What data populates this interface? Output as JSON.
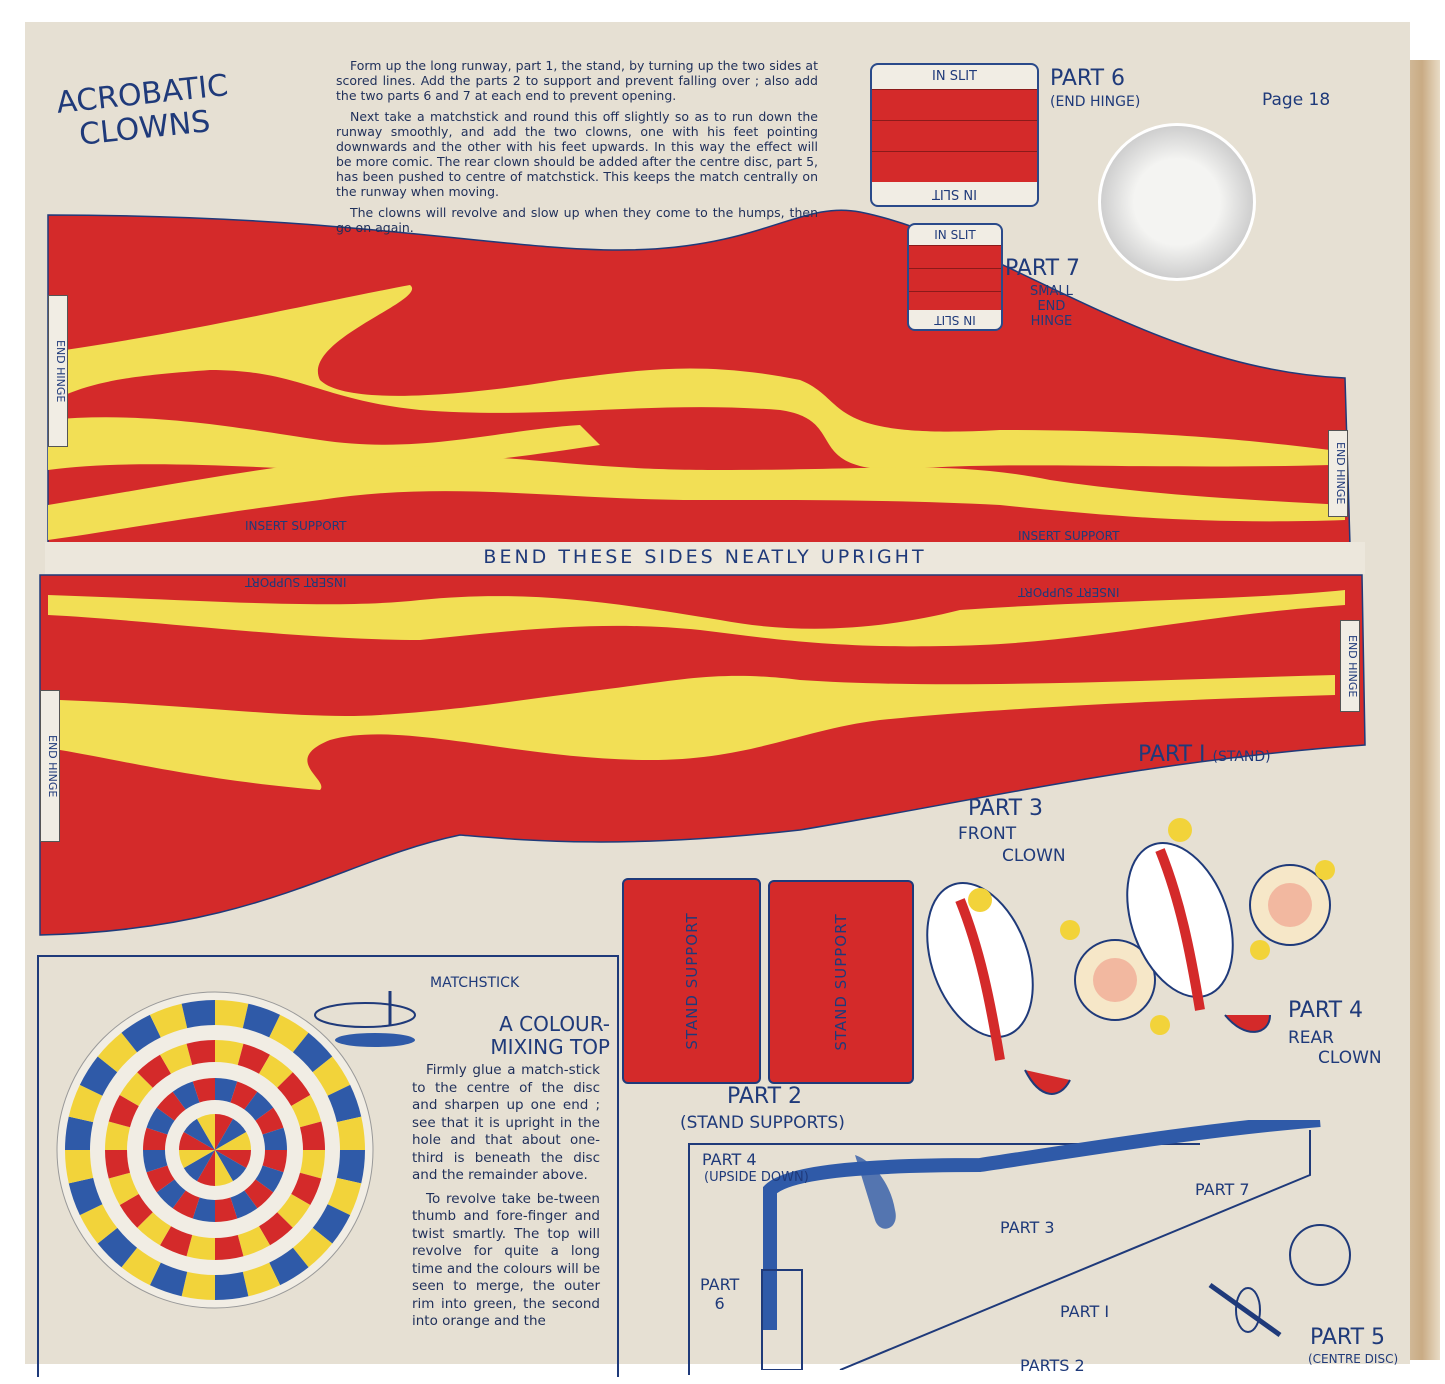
{
  "title": {
    "line1": "ACROBATIC",
    "line2": "CLOWNS"
  },
  "page_number": "Page 18",
  "instructions": [
    "Form up the long runway, part 1, the stand, by turning up the two sides at scored lines.  Add the parts 2 to support and prevent falling over ; also add the two parts 6 and 7 at each end to prevent opening.",
    "Next take a matchstick and round this off slightly so as to run down the runway smoothly, and add the two clowns, one with his feet pointing downwards and the other with his feet upwards. In this way the effect will be more comic. The rear clown should be added after the centre disc, part 5, has been pushed to centre of matchstick.  This keeps the match centrally on the runway when moving.",
    "The clowns will revolve and slow up when they come to the humps, then go on again."
  ],
  "part6": {
    "title": "PART 6",
    "sub": "(END HINGE)",
    "slit_top": "IN SLIT",
    "slit_bottom": "IN SLIT"
  },
  "part7": {
    "title": "PART 7",
    "sub1": "SMALL",
    "sub2": "END",
    "sub3": "HINGE",
    "slit_top": "IN SLIT",
    "slit_bottom": "IN SLIT"
  },
  "runway": {
    "end_hinge": "END HINGE",
    "insert_support": "INSERT SUPPORT",
    "bend_label": "BEND THESE SIDES NEATLY UPRIGHT",
    "part_label": "PART I",
    "part_sub": "(STAND)",
    "colors": {
      "red": "#d42a2a",
      "yellow": "#f2df55"
    }
  },
  "part3": {
    "title": "PART 3",
    "sub1": "FRONT",
    "sub2": "CLOWN"
  },
  "part4": {
    "title": "PART 4",
    "sub1": "REAR",
    "sub2": "CLOWN"
  },
  "part2": {
    "title": "PART 2",
    "sub": "(STAND SUPPORTS)",
    "support_label": "STAND SUPPORT"
  },
  "top": {
    "matchstick": "MATCHSTICK",
    "heading1": "A COLOUR-",
    "heading2": "MIXING TOP",
    "paragraphs": [
      "Firmly glue a match-stick to the centre of the disc and sharpen up one end ; see that it is upright in the hole and that about one-third is beneath the disc and the remainder above.",
      "To revolve take be-tween thumb and fore-finger and twist smartly. The top will revolve for quite a long time and the colours will be seen to merge, the outer rim into green, the second into orange and the"
    ],
    "colors": {
      "blue": "#2f5aa8",
      "yellow": "#f2d33a",
      "red": "#d42a2a"
    }
  },
  "diagram": {
    "part4": "PART 4",
    "part4_sub": "(UPSIDE DOWN)",
    "part7": "PART 7",
    "part3": "PART 3",
    "part6a": "PART",
    "part6b": "6",
    "part1": "PART I",
    "parts2": "PARTS 2",
    "part5": "PART 5",
    "part5_sub": "(CENTRE DISC)"
  }
}
